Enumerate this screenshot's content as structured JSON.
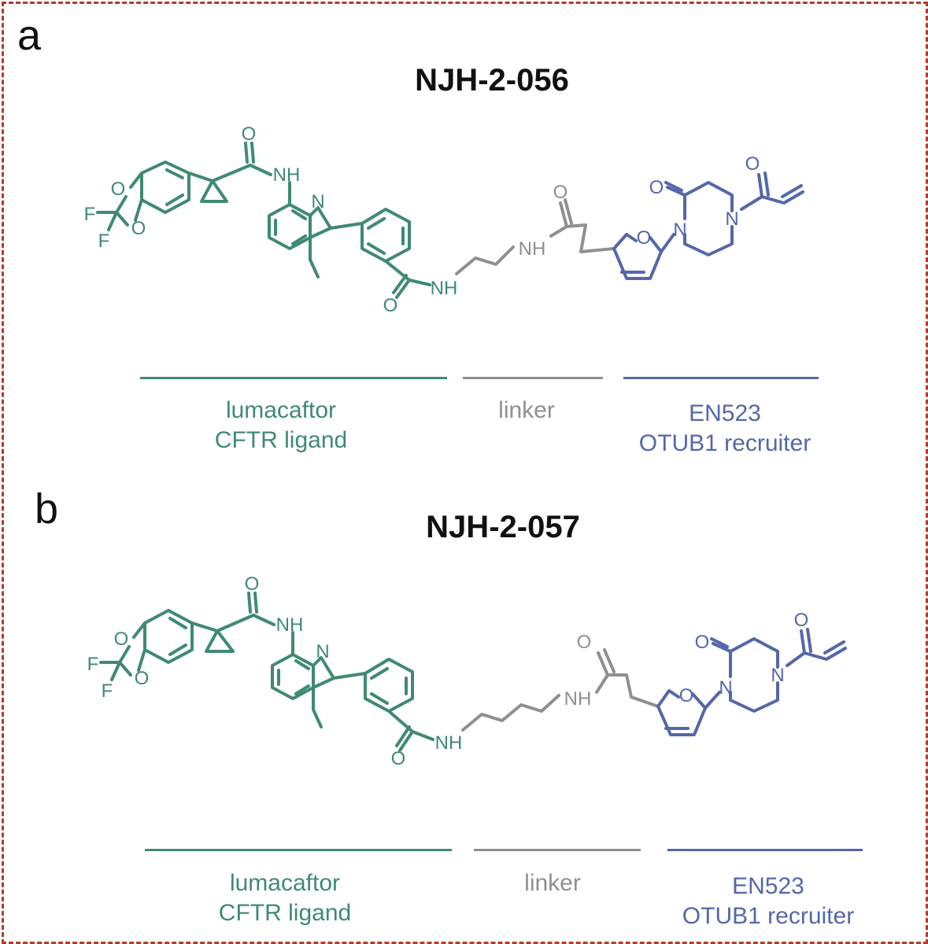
{
  "colors": {
    "lumacaftor": "#3f8a70",
    "linker": "#8f8f8f",
    "en523": "#5467a8",
    "frame": "#b23a2a"
  },
  "panels": [
    {
      "letter": "a",
      "compound": "NJH-2-056",
      "atoms": {
        "o": "O",
        "nh": "NH",
        "n": "N",
        "f": "F"
      },
      "segments": [
        {
          "lines": [
            "lumacaftor",
            "CFTR ligand"
          ]
        },
        {
          "lines": [
            "linker"
          ]
        },
        {
          "lines": [
            "EN523",
            "OTUB1 recruiter"
          ]
        }
      ]
    },
    {
      "letter": "b",
      "compound": "NJH-2-057",
      "atoms": {
        "o": "O",
        "nh": "NH",
        "n": "N",
        "f": "F"
      },
      "segments": [
        {
          "lines": [
            "lumacaftor",
            "CFTR ligand"
          ]
        },
        {
          "lines": [
            "linker"
          ]
        },
        {
          "lines": [
            "EN523",
            "OTUB1 recruiter"
          ]
        }
      ]
    }
  ]
}
